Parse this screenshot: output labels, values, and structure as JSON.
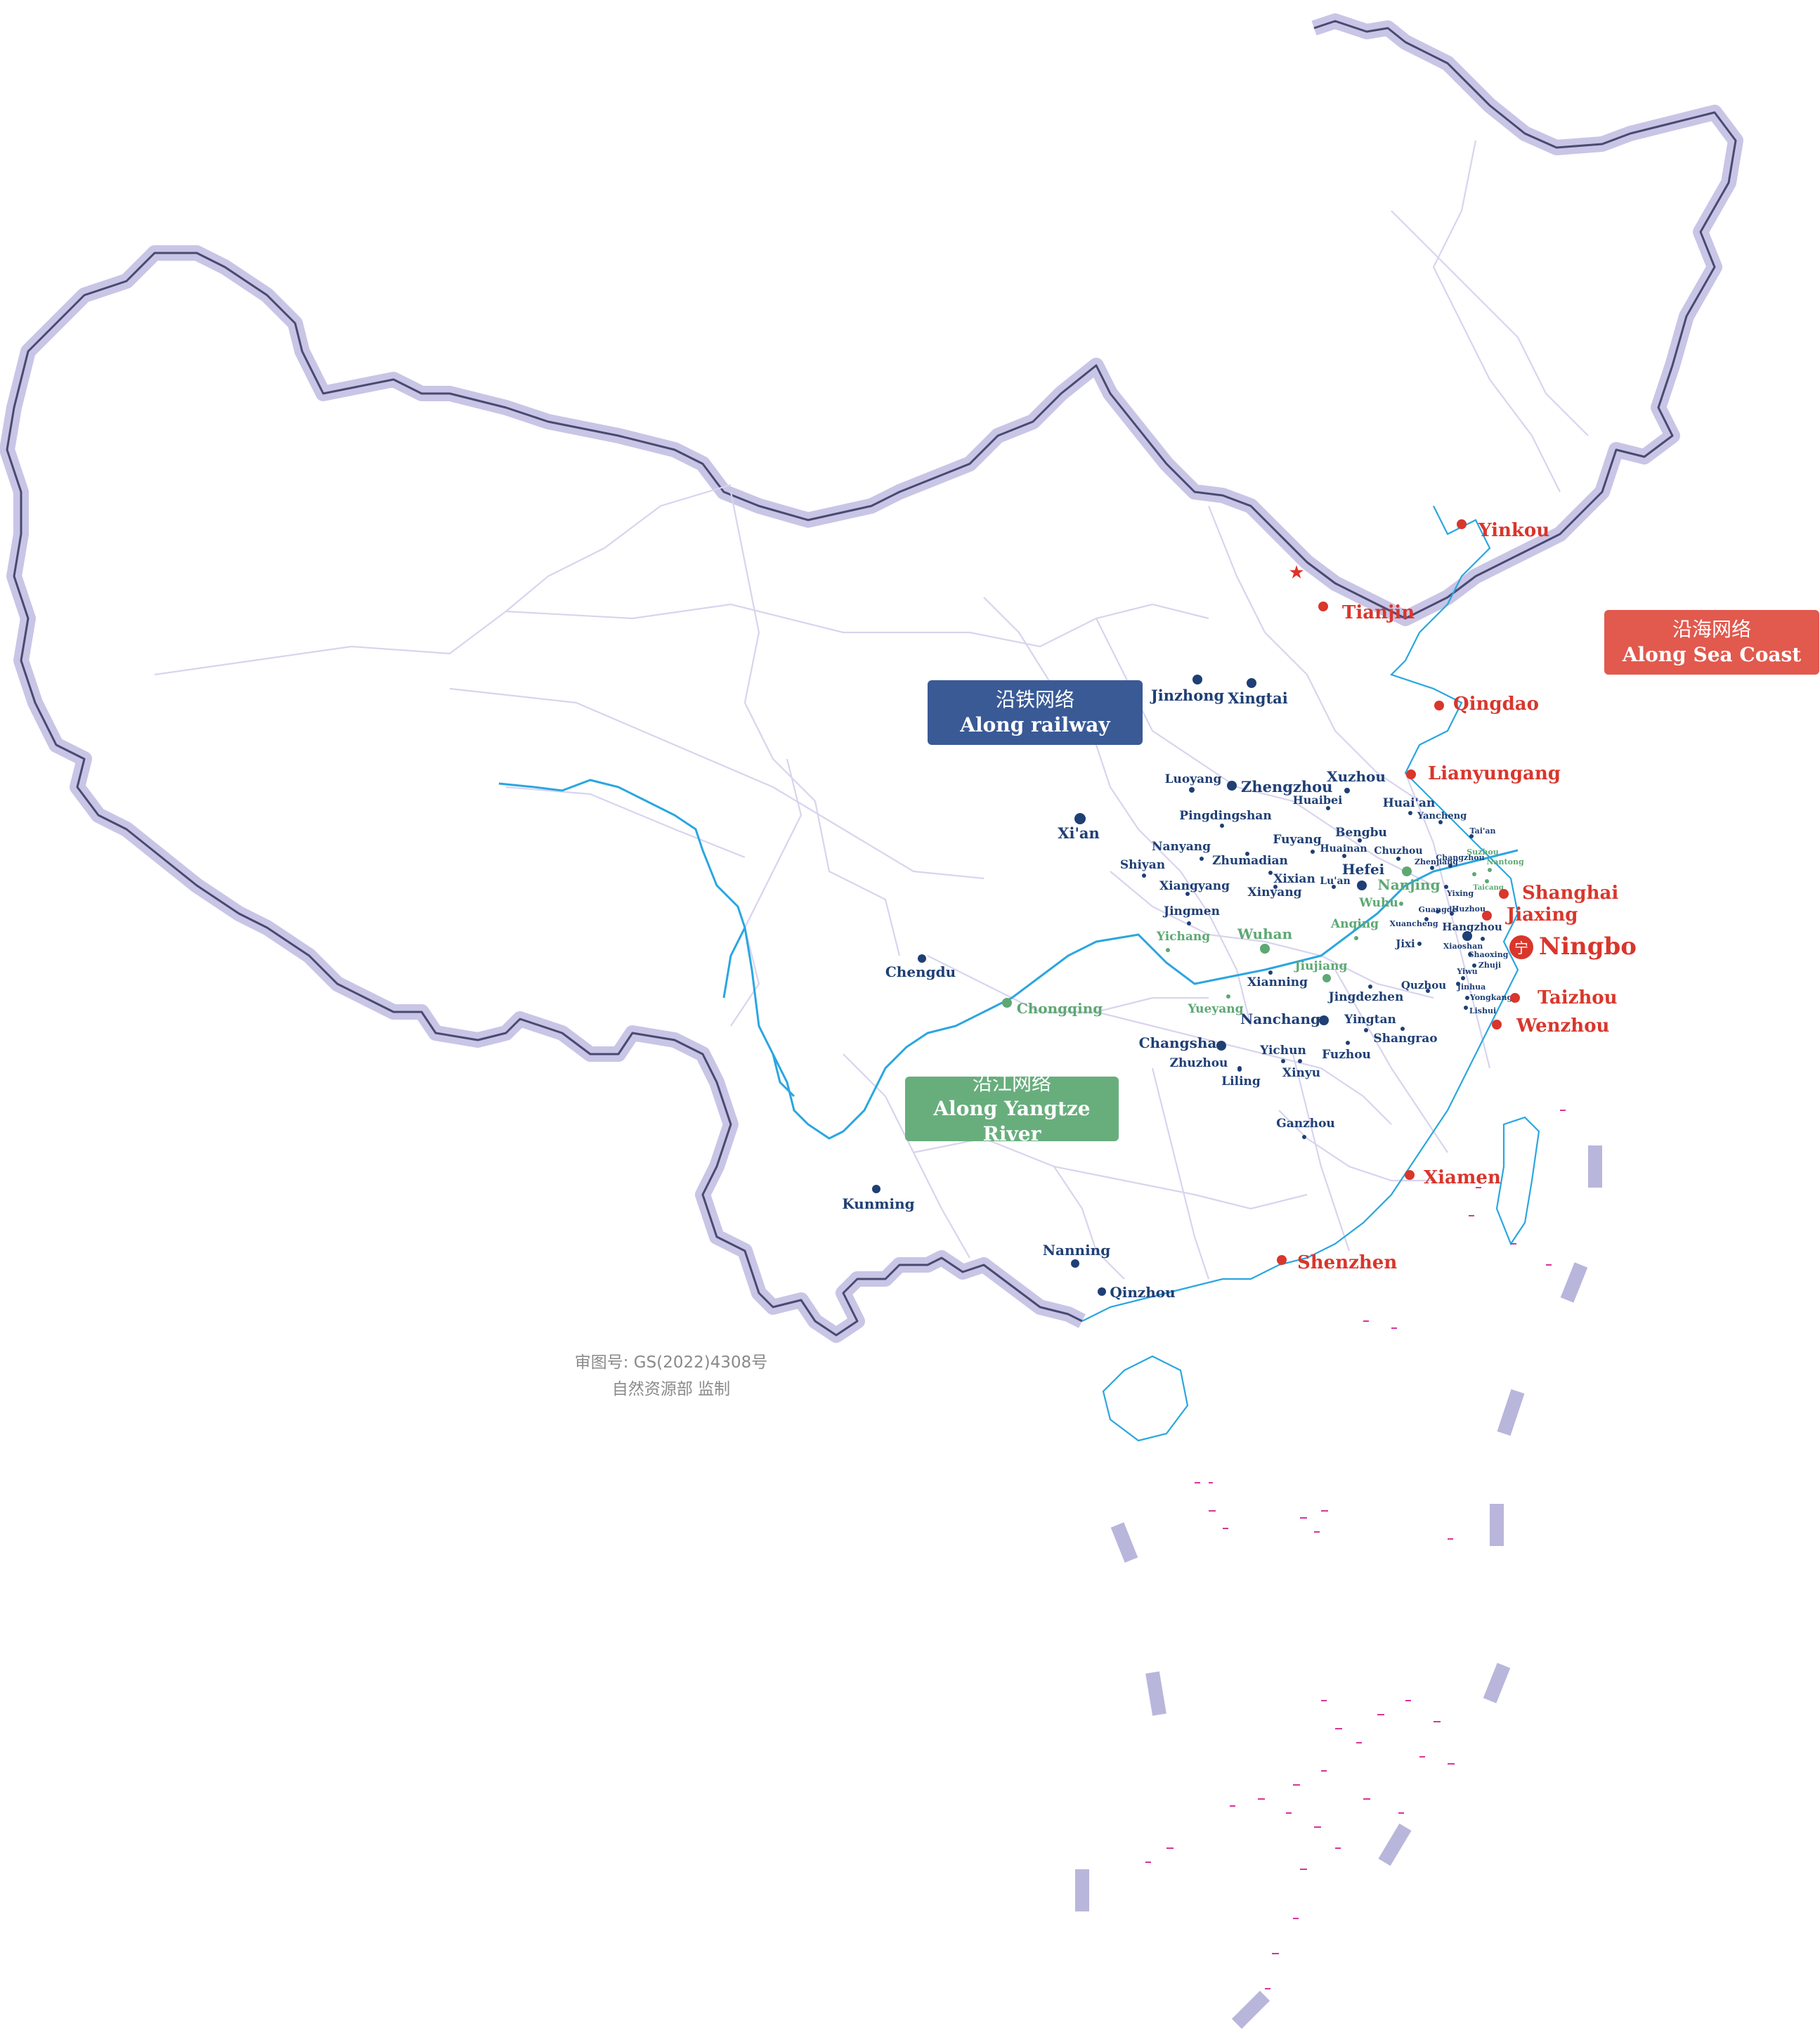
{
  "legend": {
    "railway": {
      "zh": "沿铁网络",
      "en": "Along railway",
      "color": "#3a5a96"
    },
    "river": {
      "zh": "沿江网络",
      "en": "Along Yangtze River",
      "color": "#68ae7d"
    },
    "sea": {
      "zh": "沿海网络",
      "en": "Along Sea Coast",
      "color": "#e2594e"
    }
  },
  "approval": {
    "line1": "审图号: GS(2022)4308号",
    "line2": "自然资源部 监制"
  },
  "hub": {
    "name": "Ningbo",
    "glyph": "宁"
  },
  "cities": {
    "railway": [
      "Jinzhong",
      "Xingtai",
      "Luoyang",
      "Zhengzhou",
      "Xuzhou",
      "Huaibei",
      "Huai'an",
      "Yancheng",
      "Pingdingshan",
      "Xi'an",
      "Bengbu",
      "Fuyang",
      "Huainan",
      "Chuzhou",
      "Nanyang",
      "Zhumadian",
      "Shiyan",
      "Hefei",
      "Xixian",
      "Lu'an",
      "Xiangyang",
      "Xinyang",
      "Jingmen",
      "Chengdu",
      "Xianning",
      "Jingdezhen",
      "Quzhou",
      "Nanchang",
      "Yingtan",
      "Shangrao",
      "Changsha",
      "Zhuzhou",
      "Yichun",
      "Xinyu",
      "Liling",
      "Fuzhou",
      "Ganzhou",
      "Kunming",
      "Nanning",
      "Qinzhou",
      "Jixi",
      "Hangzhou",
      "Xiaoshan",
      "Shaoxing",
      "Zhuji",
      "Yiwu",
      "Jinhua",
      "Yongkang",
      "Lishui",
      "Xuancheng",
      "Guangde",
      "Huzhou",
      "Yixing",
      "Zhenjiang",
      "Changzhou",
      "Tai'an"
    ],
    "river": [
      "Chongqing",
      "Yichang",
      "Wuhan",
      "Yueyang",
      "Jiujiang",
      "Anqing",
      "Wuhu",
      "Nanjing",
      "Suzhou",
      "Nantong",
      "Taicang"
    ],
    "sea": [
      "Yinkou",
      "Tianjin",
      "Qingdao",
      "Lianyungang",
      "Shanghai",
      "Jiaxing",
      "Taizhou",
      "Wenzhou",
      "Xiamen",
      "Shenzhen"
    ]
  },
  "colors": {
    "railway": "#1f3f75",
    "river": "#5ea874",
    "sea": "#d9362c",
    "capital": "#e0302a"
  }
}
